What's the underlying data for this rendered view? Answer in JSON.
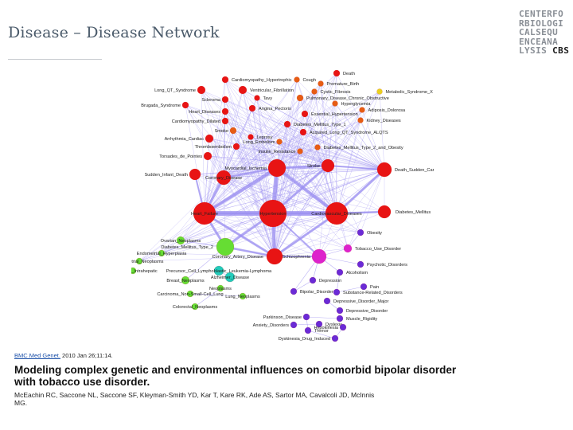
{
  "slide": {
    "title": "Disease – Disease Network"
  },
  "logo": {
    "lines": [
      "CENTERFO",
      "RBIOLOGI",
      "CALSEQU",
      "ENCEANA"
    ],
    "last_line_prefix": "LYSIS",
    "last_line_brand": "CBS"
  },
  "network": {
    "colors": {
      "cardio": "#e81414",
      "smoking": "#e65c14",
      "psych": "#6a2bd6",
      "cancer": "#66dd33",
      "nodes_cyan": "#22ccbb",
      "magenta": "#dd22cc",
      "edge": "#9b8ff0",
      "yellow": "#e8d020"
    },
    "nodes": [
      {
        "label": "Death",
        "color": "#e81414",
        "size": 4
      },
      {
        "label": "Cardiomyopathy_Hypertrophic",
        "color": "#e81414",
        "size": 4
      },
      {
        "label": "Cough",
        "color": "#e65c14",
        "size": 3.5
      },
      {
        "label": "Premature_Birth",
        "color": "#e65c14",
        "size": 3.5
      },
      {
        "label": "Long_QT_Syndrome",
        "color": "#e81414",
        "size": 5
      },
      {
        "label": "Ventricular_Fibrillation",
        "color": "#e81414",
        "size": 5
      },
      {
        "label": "Cystic_Fibrosis",
        "color": "#e65c14",
        "size": 3.5
      },
      {
        "label": "Metabolic_Syndrome_X",
        "color": "#e8d020",
        "size": 3.5
      },
      {
        "label": "Scleroma",
        "color": "#e81414",
        "size": 4
      },
      {
        "label": "Tavy",
        "color": "#e81414",
        "size": 3.5
      },
      {
        "label": "Pulmonary_Disease_Chronic_Obstructive",
        "color": "#e65c14",
        "size": 4
      },
      {
        "label": "Hyperglycemia",
        "color": "#e65c14",
        "size": 3.5
      },
      {
        "label": "Brugada_Syndrome",
        "color": "#e81414",
        "size": 4
      },
      {
        "label": "Heart_Diseases",
        "color": "#e81414",
        "size": 4
      },
      {
        "label": "Angina_Pectoris",
        "color": "#e81414",
        "size": 4
      },
      {
        "label": "Adiposis_Dolorosa",
        "color": "#e65c14",
        "size": 3.5
      },
      {
        "label": "Essential_Hypertension",
        "color": "#e81414",
        "size": 4
      },
      {
        "label": "Kidney_Diseases",
        "color": "#e65c14",
        "size": 3.5
      },
      {
        "label": "Cardiomyopathy_Dilated",
        "color": "#e81414",
        "size": 4
      },
      {
        "label": "Smoke",
        "color": "#e65c14",
        "size": 4
      },
      {
        "label": "Diabetes_Mellitus_Type_1",
        "color": "#e81414",
        "size": 4
      },
      {
        "label": "Acquired_Long_QT_Syndrome_ALQTS",
        "color": "#e81414",
        "size": 4
      },
      {
        "label": "Arrhythmia_Cardiac",
        "color": "#e81414",
        "size": 5
      },
      {
        "label": "Leprosy",
        "color": "#e81414",
        "size": 3.5
      },
      {
        "label": "Thromboembolism",
        "color": "#e81414",
        "size": 4
      },
      {
        "label": "Long_Embolism",
        "color": "#e65c14",
        "size": 3.5
      },
      {
        "label": "Diabetes_Mellitus_Type_2_and_Obesity",
        "color": "#e65c14",
        "size": 3.5
      },
      {
        "label": "Insulin_Resistance",
        "color": "#e65c14",
        "size": 3.5
      },
      {
        "label": "Torsades_de_Pointes",
        "color": "#e81414",
        "size": 5
      },
      {
        "label": "Myocardial_Ischemia",
        "color": "#e81414",
        "size": 11
      },
      {
        "label": "Stroke",
        "color": "#e81414",
        "size": 8
      },
      {
        "label": "Death_Sudden_Cardiac",
        "color": "#e81414",
        "size": 9
      },
      {
        "label": "Sudden_Infant_Death",
        "color": "#e81414",
        "size": 7
      },
      {
        "label": "Coronary_Disease",
        "color": "#e81414",
        "size": 9
      },
      {
        "label": "Heart_Failure",
        "color": "#e81414",
        "size": 14
      },
      {
        "label": "Hypertension",
        "color": "#e81414",
        "size": 17
      },
      {
        "label": "Cardiovascular_Diseases",
        "color": "#e81414",
        "size": 14
      },
      {
        "label": "Diabetes_Mellitus",
        "color": "#e81414",
        "size": 8
      },
      {
        "label": "Obesity",
        "color": "#6a2bd6",
        "size": 4
      },
      {
        "label": "Ovarian_Neoplasms",
        "color": "#66dd33",
        "size": 5
      },
      {
        "label": "Diabetes_Mellitus_Type_2",
        "color": "#66dd33",
        "size": 11
      },
      {
        "label": "Tobacco_Use_Disorder",
        "color": "#dd22cc",
        "size": 5
      },
      {
        "label": "Schizophrenia",
        "color": "#dd22cc",
        "size": 9
      },
      {
        "label": "Endometrial_Hyperplasia",
        "color": "#66dd33",
        "size": 4
      },
      {
        "label": "Coronary_Artery_Disease",
        "color": "#e81414",
        "size": 10
      },
      {
        "label": "Endometrial_Neoplasms",
        "color": "#66dd33",
        "size": 4
      },
      {
        "label": "Psychotic_Disorders",
        "color": "#6a2bd6",
        "size": 4
      },
      {
        "label": "Cholestasis_Intrahepatic",
        "color": "#66dd33",
        "size": 4
      },
      {
        "label": "Precursor_Cell_Lymphoblastic_Leukemia-Lymphoma",
        "color": "#22ccbb",
        "size": 6
      },
      {
        "label": "Alcoholism",
        "color": "#6a2bd6",
        "size": 4
      },
      {
        "label": "Breast_Neoplasms",
        "color": "#66dd33",
        "size": 5
      },
      {
        "label": "Alzheimer_Disease",
        "color": "#22ccbb",
        "size": 6
      },
      {
        "label": "Depression",
        "color": "#6a2bd6",
        "size": 4
      },
      {
        "label": "Neoplasms",
        "color": "#66dd33",
        "size": 4
      },
      {
        "label": "Carcinoma_Non-Small-Cell_Lung",
        "color": "#66dd33",
        "size": 4
      },
      {
        "label": "Lung_Neoplasms",
        "color": "#66dd33",
        "size": 4
      },
      {
        "label": "Bipolar_Disorder",
        "color": "#6a2bd6",
        "size": 4
      },
      {
        "label": "Substance-Related_Disorders",
        "color": "#6a2bd6",
        "size": 4
      },
      {
        "label": "Pain",
        "color": "#6a2bd6",
        "size": 4
      },
      {
        "label": "Colorectal_Neoplasms",
        "color": "#66dd33",
        "size": 4
      },
      {
        "label": "Depressive_Disorder_Major",
        "color": "#6a2bd6",
        "size": 4
      },
      {
        "label": "Depressive_Disorder",
        "color": "#6a2bd6",
        "size": 4
      },
      {
        "label": "Parkinson_Disease",
        "color": "#6a2bd6",
        "size": 4
      },
      {
        "label": "Muscle_Rigidity",
        "color": "#6a2bd6",
        "size": 4
      },
      {
        "label": "Dyslexia",
        "color": "#6a2bd6",
        "size": 4
      },
      {
        "label": "Anxiety_Disorders",
        "color": "#6a2bd6",
        "size": 4
      },
      {
        "label": "Hypokinesia",
        "color": "#6a2bd6",
        "size": 4
      },
      {
        "label": "Tremor",
        "color": "#6a2bd6",
        "size": 4
      },
      {
        "label": "Dyskinesia_Drug_Induced",
        "color": "#6a2bd6",
        "size": 4
      }
    ]
  },
  "citation": {
    "journal": "BMC Med Genet.",
    "date_volume": " 2010 Jan 26;11:14.",
    "title": "Modeling complex genetic and environmental influences on comorbid bipolar disorder with tobacco use disorder.",
    "authors_part1": "McEachin RC, Saccone NL, Saccone SF, Kleyman-Smith YD, Kar T, Kare RK, Ade AS, Sartor MA, Cavalcoli JD, McInnis",
    "authors_part2": "MG."
  }
}
